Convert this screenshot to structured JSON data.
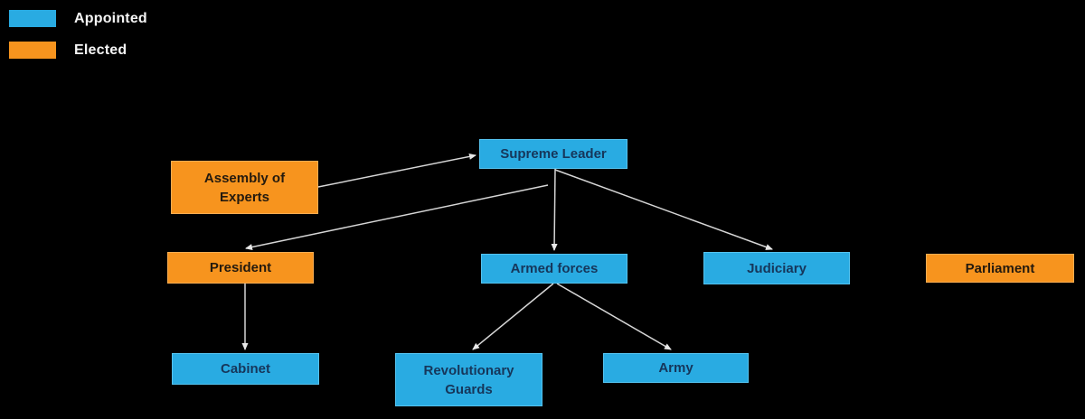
{
  "legend": {
    "items": [
      {
        "label": "Appointed",
        "color": "#29abe2"
      },
      {
        "label": "Elected",
        "color": "#f7941e"
      }
    ]
  },
  "colors": {
    "background": "#000000",
    "appointed_fill": "#29abe2",
    "elected_fill": "#f7941e",
    "connector": "#d6d6d6",
    "appointed_text": "#16365a",
    "elected_text": "#241a0e",
    "legend_text": "#f5f5f5"
  },
  "diagram": {
    "nodes": [
      {
        "id": "supreme-leader",
        "label": "Supreme Leader",
        "status": "appointed"
      },
      {
        "id": "assembly-of-experts",
        "label": "Assembly of Experts",
        "status": "elected"
      },
      {
        "id": "president",
        "label": "President",
        "status": "elected"
      },
      {
        "id": "armed-forces",
        "label": "Armed forces",
        "status": "appointed"
      },
      {
        "id": "judiciary",
        "label": "Judiciary",
        "status": "appointed"
      },
      {
        "id": "parliament",
        "label": "Parliament",
        "status": "elected"
      },
      {
        "id": "cabinet",
        "label": "Cabinet",
        "status": "appointed"
      },
      {
        "id": "revolutionary-guards",
        "label": "Revolutionary Guards",
        "status": "appointed"
      },
      {
        "id": "army",
        "label": "Army",
        "status": "appointed"
      }
    ],
    "edges": [
      {
        "from": "assembly-of-experts",
        "to": "supreme-leader"
      },
      {
        "from": "supreme-leader",
        "to": "president"
      },
      {
        "from": "supreme-leader",
        "to": "armed-forces"
      },
      {
        "from": "supreme-leader",
        "to": "judiciary"
      },
      {
        "from": "president",
        "to": "cabinet"
      },
      {
        "from": "armed-forces",
        "to": "revolutionary-guards"
      },
      {
        "from": "armed-forces",
        "to": "army"
      }
    ]
  }
}
